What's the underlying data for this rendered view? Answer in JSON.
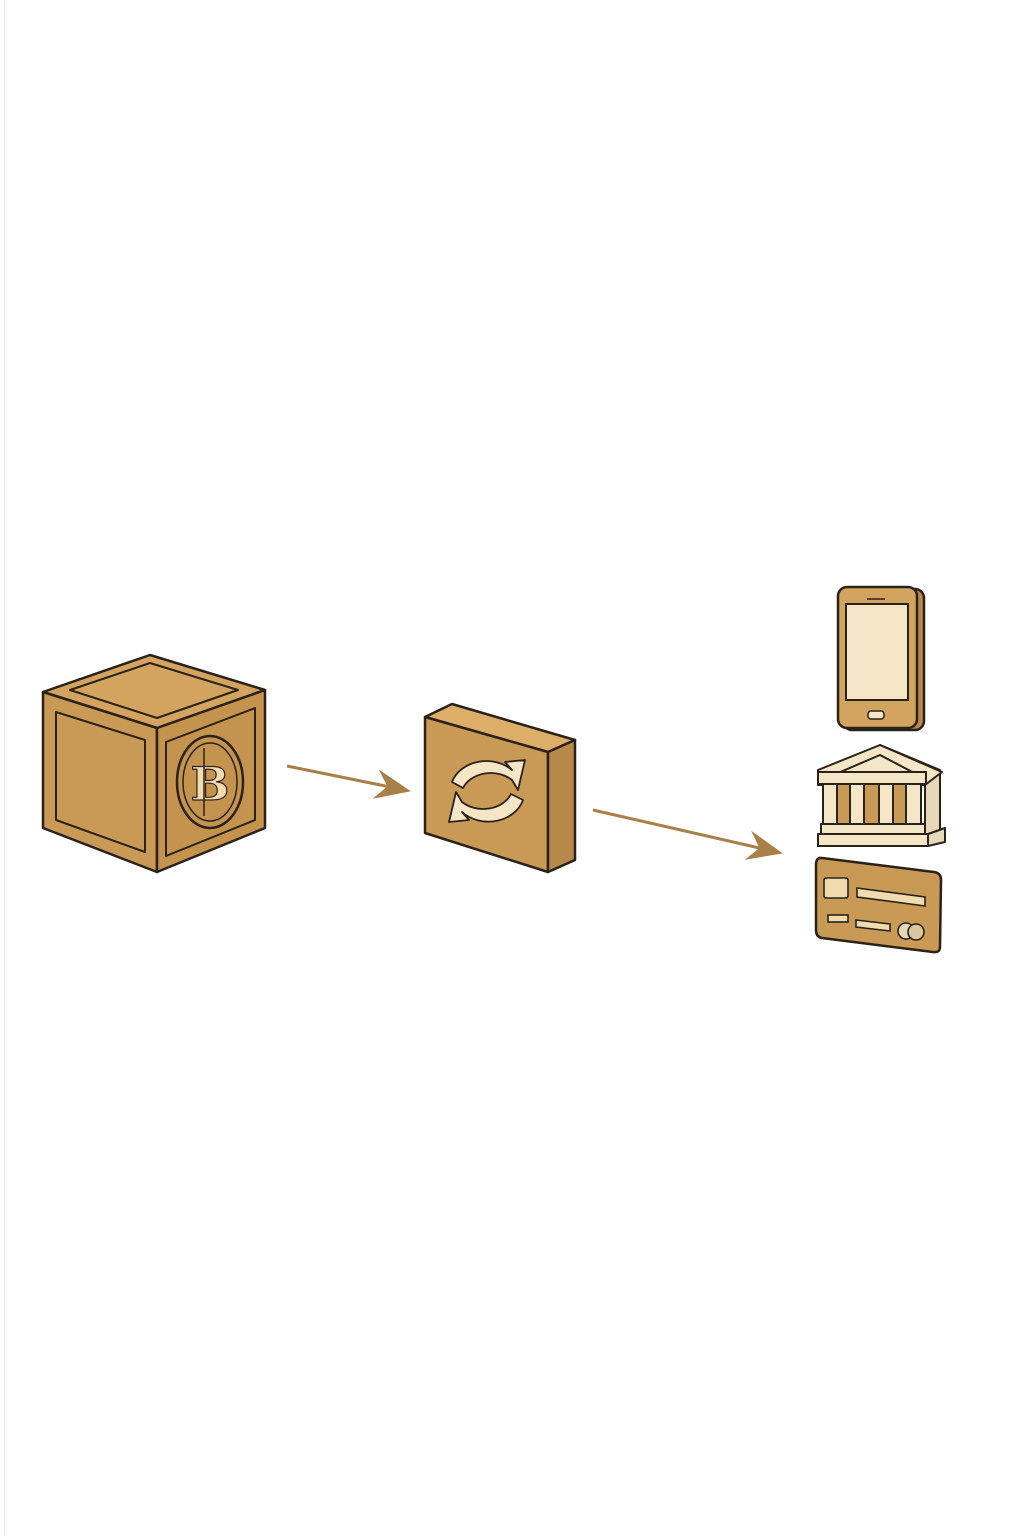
{
  "diagram": {
    "nodes": [
      {
        "id": "bitcoin-block",
        "icon": "bitcoin-cube-icon"
      },
      {
        "id": "exchange",
        "icon": "sync-icon"
      },
      {
        "id": "outputs",
        "icons": [
          "mobile-phone-icon",
          "bank-icon",
          "credit-card-icon"
        ]
      }
    ],
    "edges": [
      {
        "from": "bitcoin-block",
        "to": "exchange"
      },
      {
        "from": "exchange",
        "to": "outputs"
      }
    ]
  },
  "colors": {
    "gold": "#c99a55",
    "gold_light": "#d8ab66",
    "gold_dark": "#b8874a",
    "cream": "#f5e6c8",
    "outline": "#2a2218",
    "arrow": "#a88048"
  }
}
